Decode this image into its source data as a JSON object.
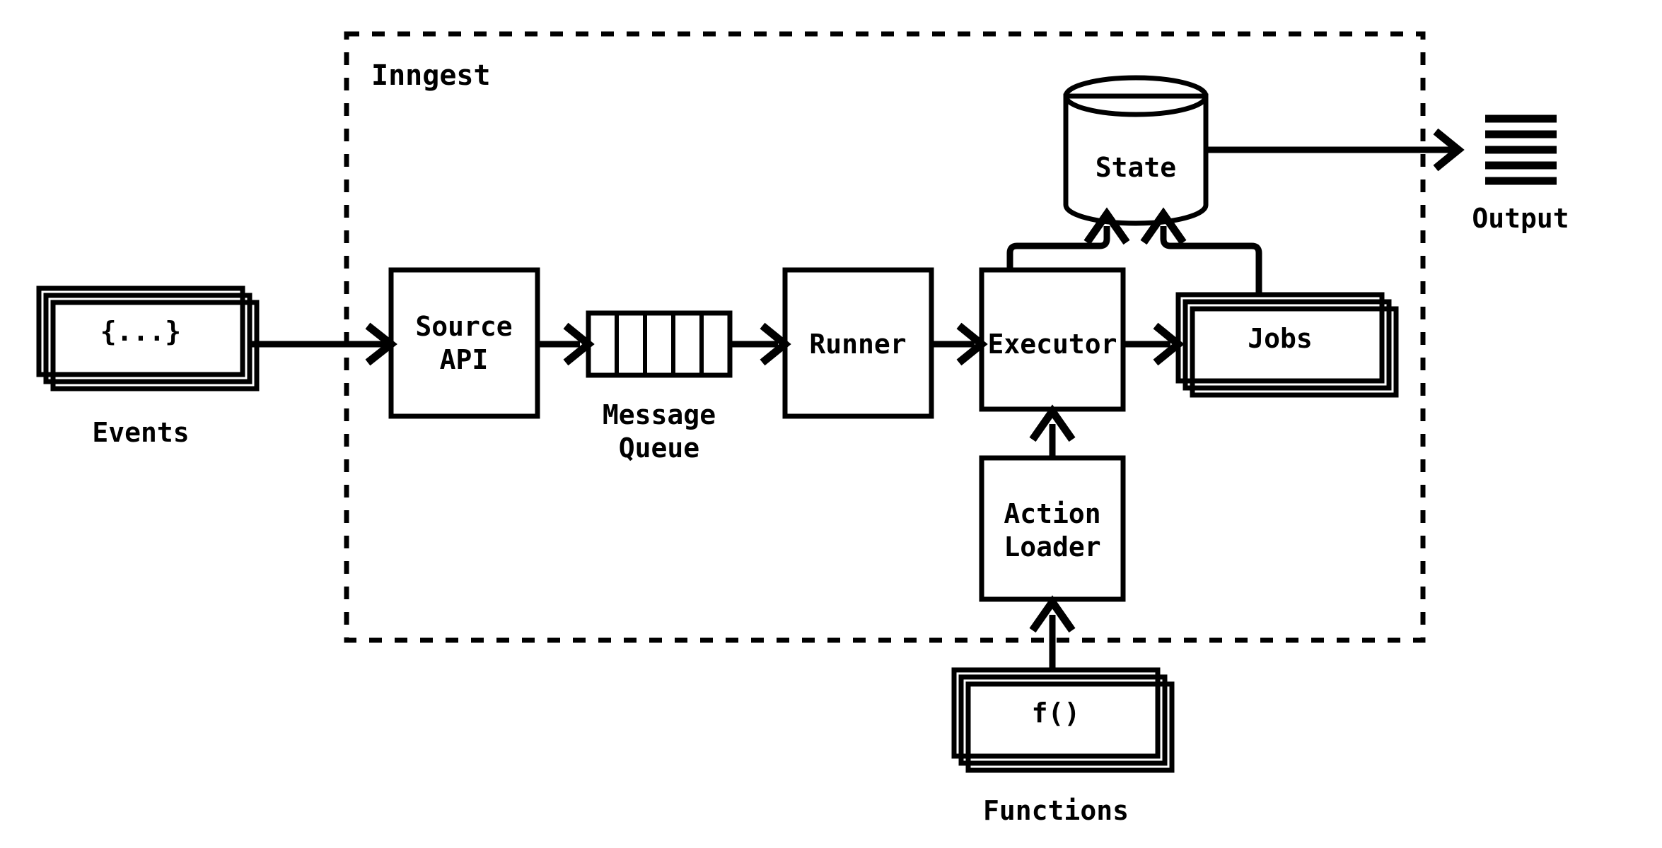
{
  "diagram": {
    "title": "Inngest",
    "group": {
      "label": "Inngest",
      "style": "dashed-border"
    },
    "nodes": [
      {
        "id": "events",
        "label": "{...}",
        "caption": "Events",
        "shape": "stacked-rect",
        "icon_name": "events-stack-icon"
      },
      {
        "id": "source-api",
        "label": "Source\nAPI",
        "line1": "Source",
        "line2": "API",
        "caption": "",
        "shape": "rect"
      },
      {
        "id": "message-queue",
        "label": "",
        "caption": "Message\nQueue",
        "caption_line1": "Message",
        "caption_line2": "Queue",
        "shape": "queue",
        "cells": 5,
        "icon_name": "message-queue-icon"
      },
      {
        "id": "runner",
        "label": "Runner",
        "caption": "",
        "shape": "rect"
      },
      {
        "id": "executor",
        "label": "Executor",
        "caption": "",
        "shape": "rect"
      },
      {
        "id": "jobs",
        "label": "Jobs",
        "caption": "",
        "shape": "stacked-rect",
        "icon_name": "jobs-stack-icon"
      },
      {
        "id": "state",
        "label": "State",
        "caption": "",
        "shape": "cylinder",
        "icon_name": "database-cylinder-icon"
      },
      {
        "id": "output",
        "label": "",
        "caption": "Output",
        "shape": "lines-icon",
        "icon_name": "output-lines-icon",
        "lines": 5
      },
      {
        "id": "action-loader",
        "label": "Action\nLoader",
        "line1": "Action",
        "line2": "Loader",
        "caption": "",
        "shape": "rect"
      },
      {
        "id": "functions",
        "label": "f()",
        "caption": "Functions",
        "shape": "stacked-rect",
        "icon_name": "functions-stack-icon"
      }
    ],
    "edges": [
      {
        "from": "events",
        "to": "source-api",
        "arrow": true
      },
      {
        "from": "source-api",
        "to": "message-queue",
        "arrow": true
      },
      {
        "from": "message-queue",
        "to": "runner",
        "arrow": true
      },
      {
        "from": "runner",
        "to": "executor",
        "arrow": true
      },
      {
        "from": "executor",
        "to": "jobs",
        "arrow": true
      },
      {
        "from": "executor",
        "to": "state",
        "arrow": true
      },
      {
        "from": "jobs",
        "to": "state",
        "arrow": true
      },
      {
        "from": "state",
        "to": "output",
        "arrow": true
      },
      {
        "from": "action-loader",
        "to": "executor",
        "arrow": true
      },
      {
        "from": "functions",
        "to": "action-loader",
        "arrow": true
      }
    ],
    "colors": {
      "stroke": "#000000",
      "fill": "#ffffff",
      "background": "#ffffff"
    }
  }
}
